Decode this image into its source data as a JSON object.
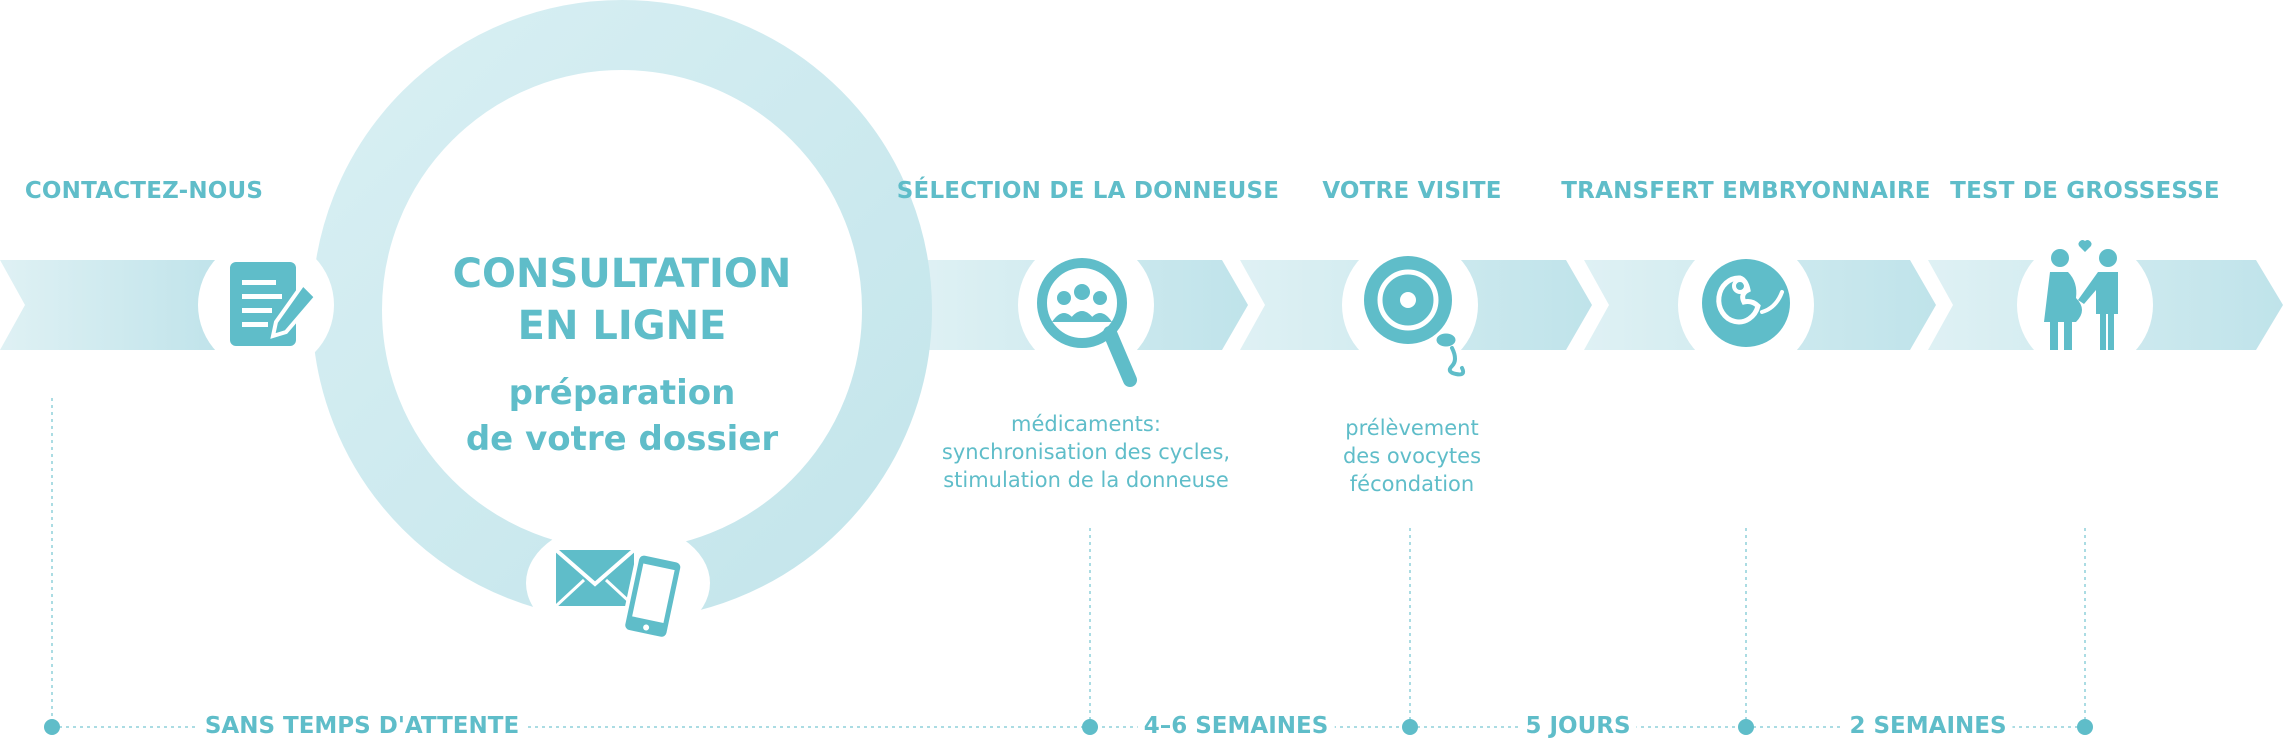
{
  "steps": [
    {
      "title": "CONTACTEZ-NOUS",
      "icon": "form-pen-icon"
    },
    {
      "title": "SÉLECTION DE LA DONNEUSE",
      "icon": "donor-search-icon",
      "description": [
        "médicaments:",
        "synchronisation des cycles,",
        "stimulation de la donneuse"
      ]
    },
    {
      "title": "VOTRE VISITE",
      "icon": "egg-sperm-icon",
      "description": [
        "prélèvement",
        "des ovocytes",
        "fécondation"
      ]
    },
    {
      "title": "TRANSFERT EMBRYONNAIRE",
      "icon": "embryo-icon"
    },
    {
      "title": "TEST DE GROSSESSE",
      "icon": "expecting-couple-icon"
    }
  ],
  "consultation": {
    "title_line1": "CONSULTATION",
    "title_line2": "EN LIGNE",
    "subtitle_line1": "préparation",
    "subtitle_line2": "de votre dossier",
    "icon": "mail-phone-icon"
  },
  "timeline": {
    "labels": [
      "SANS TEMPS D'ATTENTE",
      "4–6 SEMAINES",
      "5 JOURS",
      "2 SEMAINES"
    ]
  },
  "colors": {
    "accent": "#5fbdc9",
    "band_light": "#d9eef2",
    "band_dark": "#bde2ea",
    "ring": "#cfe9ee"
  }
}
